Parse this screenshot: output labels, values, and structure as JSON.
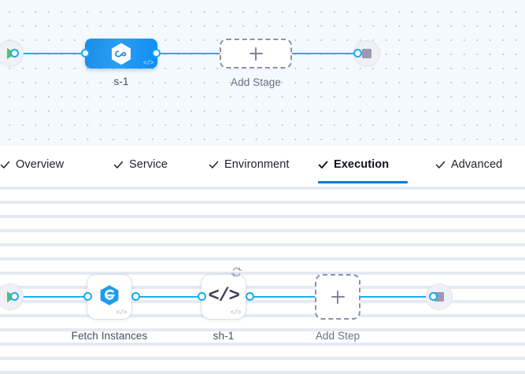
{
  "theme": {
    "accent_blue": "#0278d5",
    "connector_blue": "#18b0f4",
    "stage_gradient_from": "#1b8ce8",
    "stage_gradient_to": "#0e8ef5",
    "start_green": "#4dc16e",
    "stop_gray": "#9a9ab0",
    "dashed_border": "#8e8fae",
    "label_text": "#4b4d63",
    "stages_canvas_bg": "#f3f9fd",
    "steps_canvas_bg": "#ffffff"
  },
  "tabs": {
    "items": [
      {
        "label": "Overview",
        "checked": true,
        "active": false
      },
      {
        "label": "Service",
        "checked": true,
        "active": false
      },
      {
        "label": "Environment",
        "checked": true,
        "active": false
      },
      {
        "label": "Execution",
        "checked": true,
        "active": true
      },
      {
        "label": "Advanced",
        "checked": true,
        "active": false
      }
    ]
  },
  "stages_canvas": {
    "start_node": {
      "icon": "play-icon"
    },
    "stage_node": {
      "label": "s-1",
      "icon": "hexagon-infinity-icon",
      "badge": "</>"
    },
    "add_stage_node": {
      "label": "Add Stage",
      "icon": "plus-icon"
    },
    "end_node": {
      "icon": "stop-icon"
    }
  },
  "steps_canvas": {
    "start_node": {
      "icon": "play-icon"
    },
    "steps": [
      {
        "label": "Fetch Instances",
        "icon": "harness-spiral-icon",
        "badge": "</>",
        "loop": false
      },
      {
        "label": "sh-1",
        "icon": "shell-code-icon",
        "glyph": "</>",
        "badge": "</>",
        "loop": true,
        "loop_icon": "repeat-icon"
      }
    ],
    "add_step_node": {
      "label": "Add Step",
      "icon": "plus-icon"
    },
    "end_node": {
      "icon": "stop-icon"
    }
  }
}
